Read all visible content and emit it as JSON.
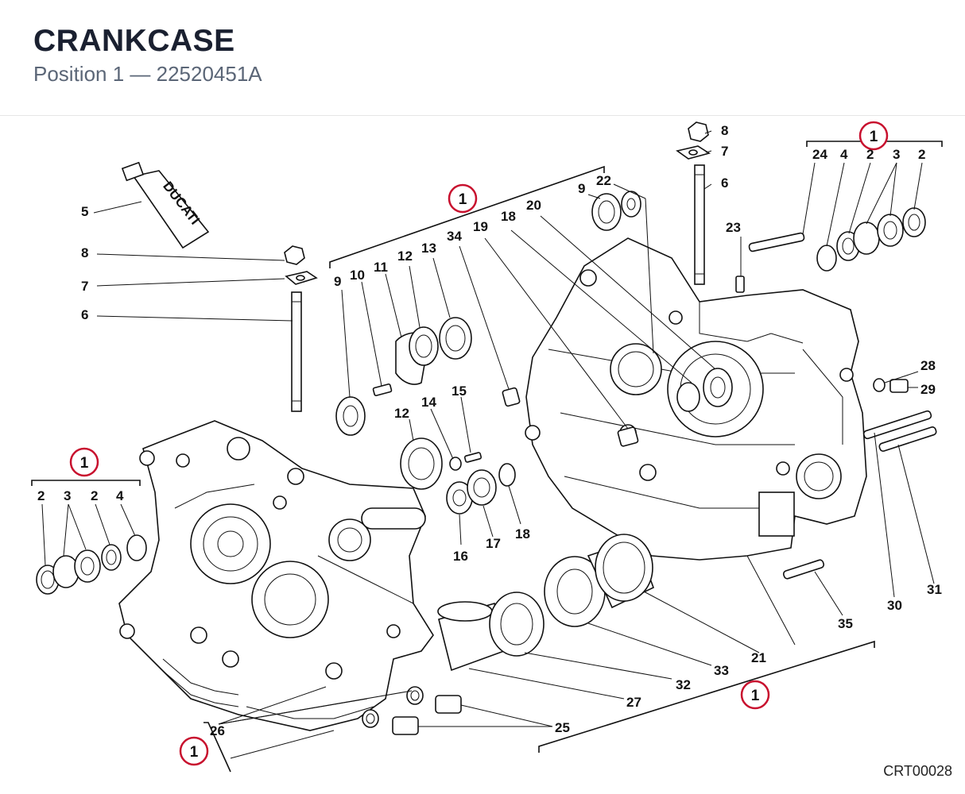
{
  "header": {
    "title": "CRANKCASE",
    "subtitle": "Position 1  —  22520451A"
  },
  "diagram": {
    "drawing_code": "CRT00028",
    "tube_text": "DUCATI",
    "callouts": [
      "1",
      "1",
      "1",
      "1",
      "1"
    ],
    "labels": [
      "5",
      "8",
      "7",
      "6",
      "8",
      "7",
      "6",
      "24",
      "4",
      "2",
      "3",
      "2",
      "9",
      "22",
      "23",
      "9",
      "10",
      "11",
      "12",
      "13",
      "34",
      "19",
      "18",
      "20",
      "14",
      "15",
      "12",
      "16",
      "17",
      "18",
      "28",
      "29",
      "2",
      "3",
      "2",
      "4",
      "30",
      "31",
      "35",
      "21",
      "33",
      "32",
      "27",
      "26",
      "25"
    ]
  },
  "colors": {
    "callout_ring": "#c8102e",
    "title": "#1a2030",
    "subtitle": "#5b6677"
  }
}
